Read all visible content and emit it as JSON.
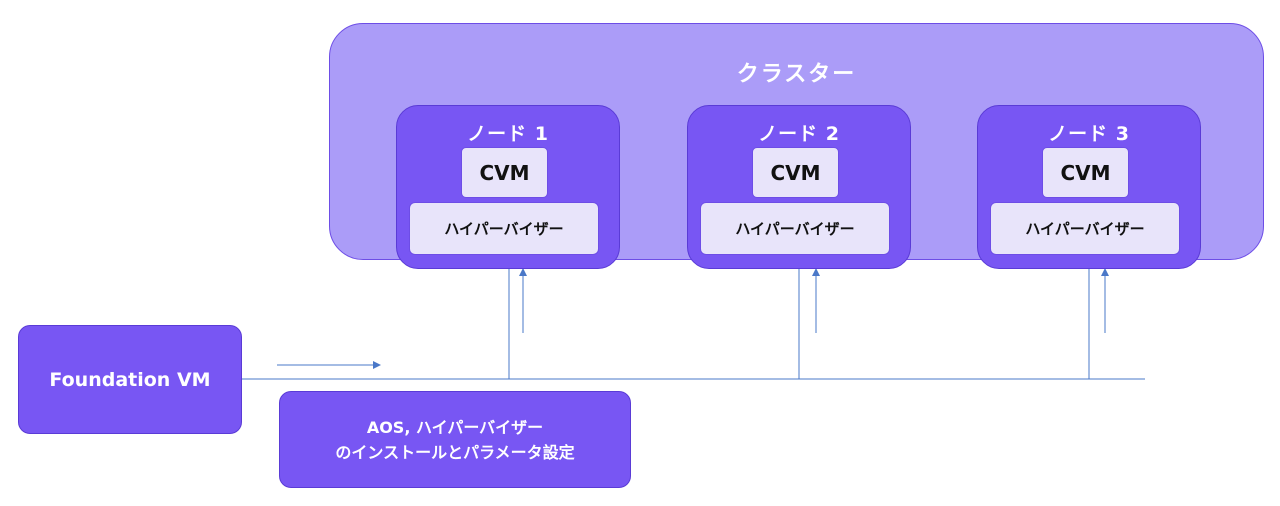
{
  "cluster": {
    "title": "クラスター",
    "nodes": [
      {
        "label": "ノード 1",
        "cvm": "CVM",
        "hypervisor": "ハイパーバイザー"
      },
      {
        "label": "ノード 2",
        "cvm": "CVM",
        "hypervisor": "ハイパーバイザー"
      },
      {
        "label": "ノード 3",
        "cvm": "CVM",
        "hypervisor": "ハイパーバイザー"
      }
    ]
  },
  "foundation": {
    "label": "Foundation VM"
  },
  "note": {
    "line1": "AOS, ハイパーバイザー",
    "line2": "のインストールとパラメータ設定"
  },
  "colors": {
    "cluster_fill": "#ab9cf8",
    "node_fill": "#7856f3",
    "inner_box_fill": "#e8e4fa",
    "connector": "#4a78c8"
  }
}
